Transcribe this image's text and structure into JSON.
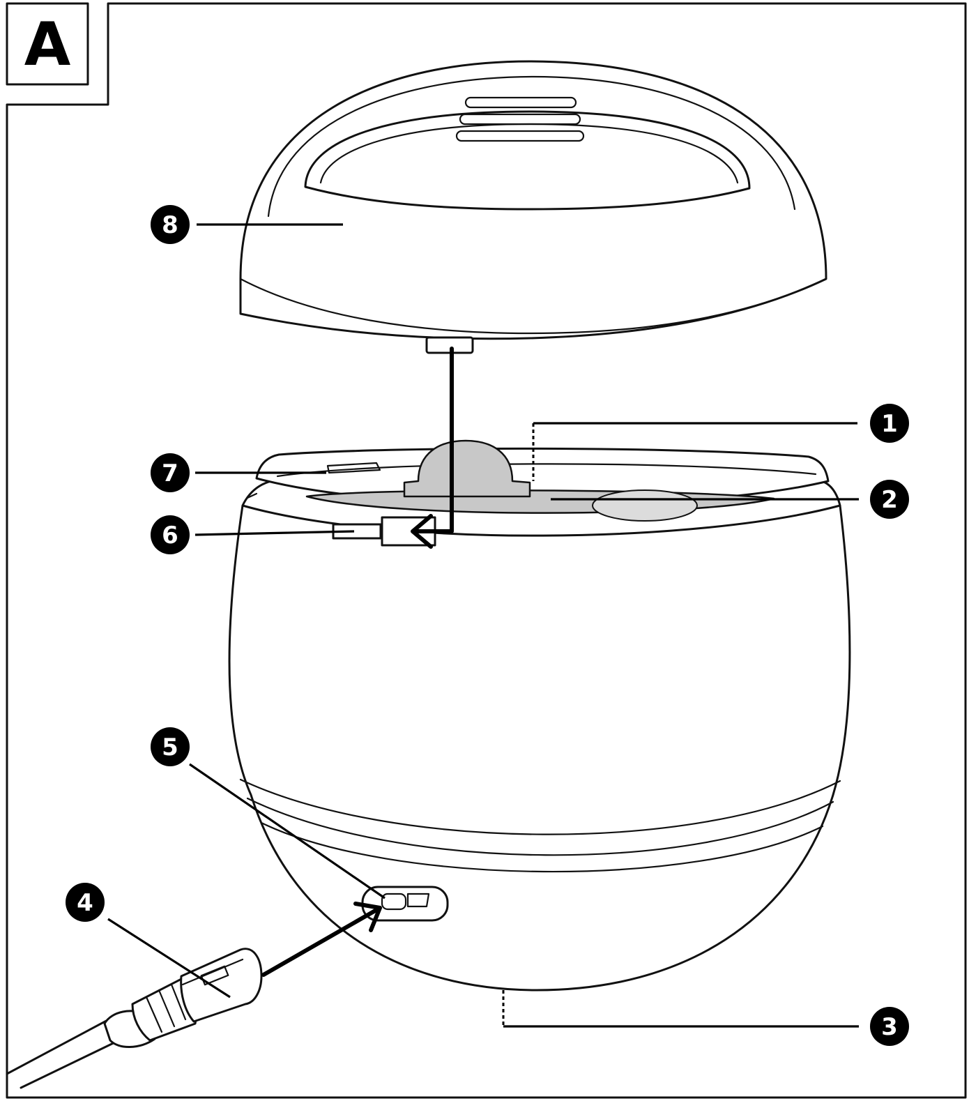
{
  "panel": {
    "letter": "A"
  },
  "callouts": [
    {
      "id": "1",
      "label": "1"
    },
    {
      "id": "2",
      "label": "2"
    },
    {
      "id": "3",
      "label": "3"
    },
    {
      "id": "4",
      "label": "4"
    },
    {
      "id": "5",
      "label": "5"
    },
    {
      "id": "6",
      "label": "6"
    },
    {
      "id": "7",
      "label": "7"
    },
    {
      "id": "8",
      "label": "8"
    }
  ],
  "colors": {
    "line": "#111111",
    "fill_grey": "#c8c8c8",
    "background": "#ffffff"
  }
}
